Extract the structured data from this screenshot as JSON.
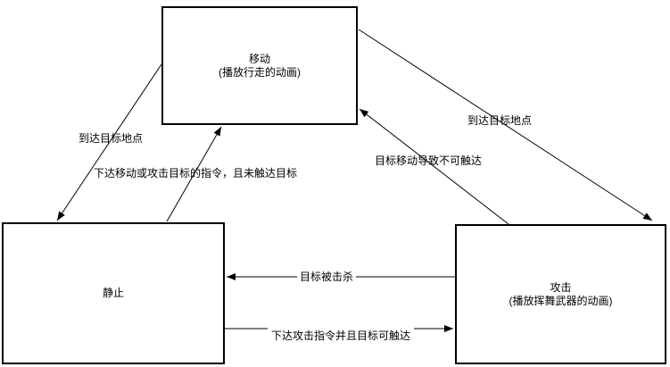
{
  "diagram": {
    "background_color": "#ffffff",
    "stroke_color": "#000000",
    "nodes": {
      "move": {
        "title": "移动",
        "subtitle": "(播放行走的动画)"
      },
      "idle": {
        "title": "静止"
      },
      "attack": {
        "title": "攻击",
        "subtitle": "(播放挥舞武器的动画)"
      }
    },
    "edges": {
      "move_to_idle": {
        "label": "到达目标地点",
        "from": "移动",
        "to": "静止"
      },
      "idle_to_move": {
        "label": "下达移动或攻击目标的指令，且未触达目标",
        "from": "静止",
        "to": "移动"
      },
      "move_to_attack": {
        "label": "到达目标地点",
        "from": "移动",
        "to": "攻击"
      },
      "attack_to_move": {
        "label": "目标移动导致不可触达",
        "from": "攻击",
        "to": "移动"
      },
      "attack_to_idle": {
        "label": "目标被击杀",
        "from": "攻击",
        "to": "静止"
      },
      "idle_to_attack": {
        "label": "下达攻击指令并且目标可触达",
        "from": "静止",
        "to": "攻击"
      }
    }
  }
}
